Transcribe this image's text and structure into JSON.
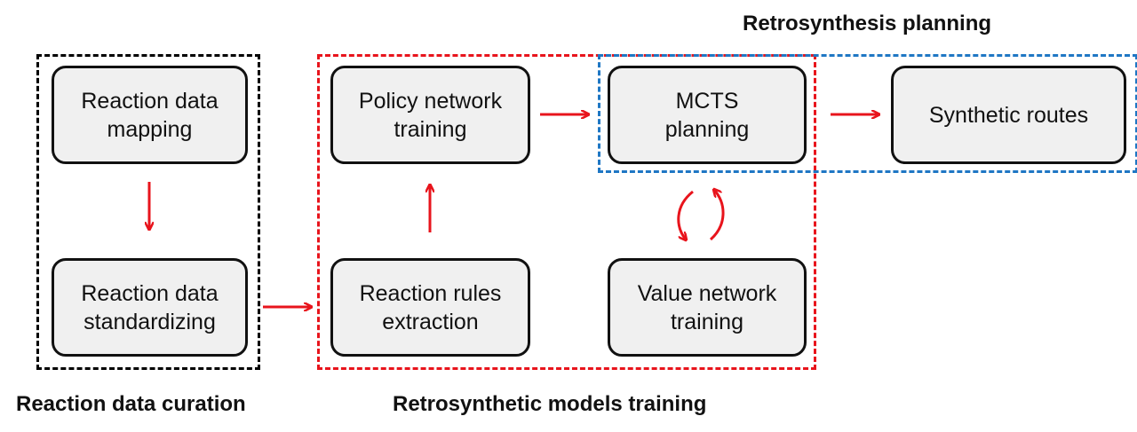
{
  "colors": {
    "curation_border": "#000000",
    "training_border": "#e8141c",
    "planning_border": "#1f77c4",
    "arrow": "#e8141c",
    "box_fill": "#f0f0f0"
  },
  "groups": {
    "curation_title": "Reaction data curation",
    "training_title": "Retrosynthetic models training",
    "planning_title": "Retrosynthesis planning"
  },
  "boxes": {
    "mapping": "Reaction data\nmapping",
    "standardizing": "Reaction data\nstandardizing",
    "policy": "Policy network\ntraining",
    "rules": "Reaction rules\nextraction",
    "mcts": "MCTS\nplanning",
    "value": "Value network\ntraining",
    "routes": "Synthetic routes"
  }
}
